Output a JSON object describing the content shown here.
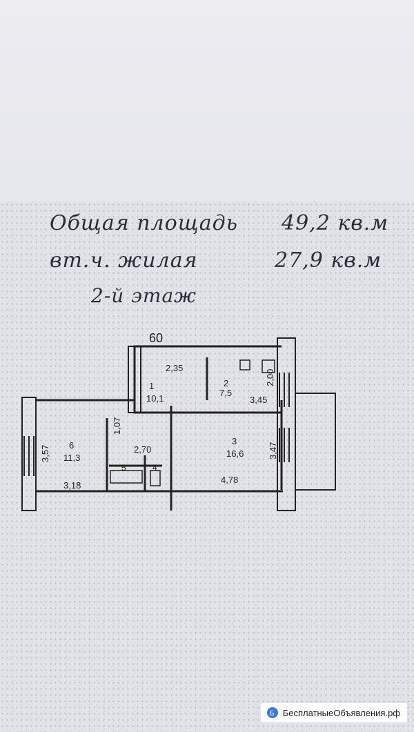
{
  "header": {
    "total_label": "Общая площадь",
    "total_value": "49,2 кв.м",
    "living_label": "вт.ч. жилая",
    "living_value": "27,9 кв.м",
    "floor": "2-й этаж"
  },
  "plan": {
    "top_dim": "60",
    "rooms": [
      {
        "number": "1",
        "area": "10,1"
      },
      {
        "number": "2",
        "area": "7,5"
      },
      {
        "number": "3",
        "area": "16,6"
      },
      {
        "number": "6",
        "area": "11,3"
      }
    ],
    "bath_number": "5",
    "wc_number": "4",
    "dims": {
      "d_235": "2,35",
      "d_345": "3,45",
      "d_200": "2,00",
      "d_357": "3,57",
      "d_318": "3,18",
      "d_270": "2,70",
      "d_478": "4,78",
      "d_347": "3,47",
      "d_107": "1,07"
    }
  },
  "watermark": {
    "text": "БесплатныеОбъявления.рф"
  },
  "colors": {
    "ink": "#222222",
    "paper": "#e2e3e8"
  }
}
